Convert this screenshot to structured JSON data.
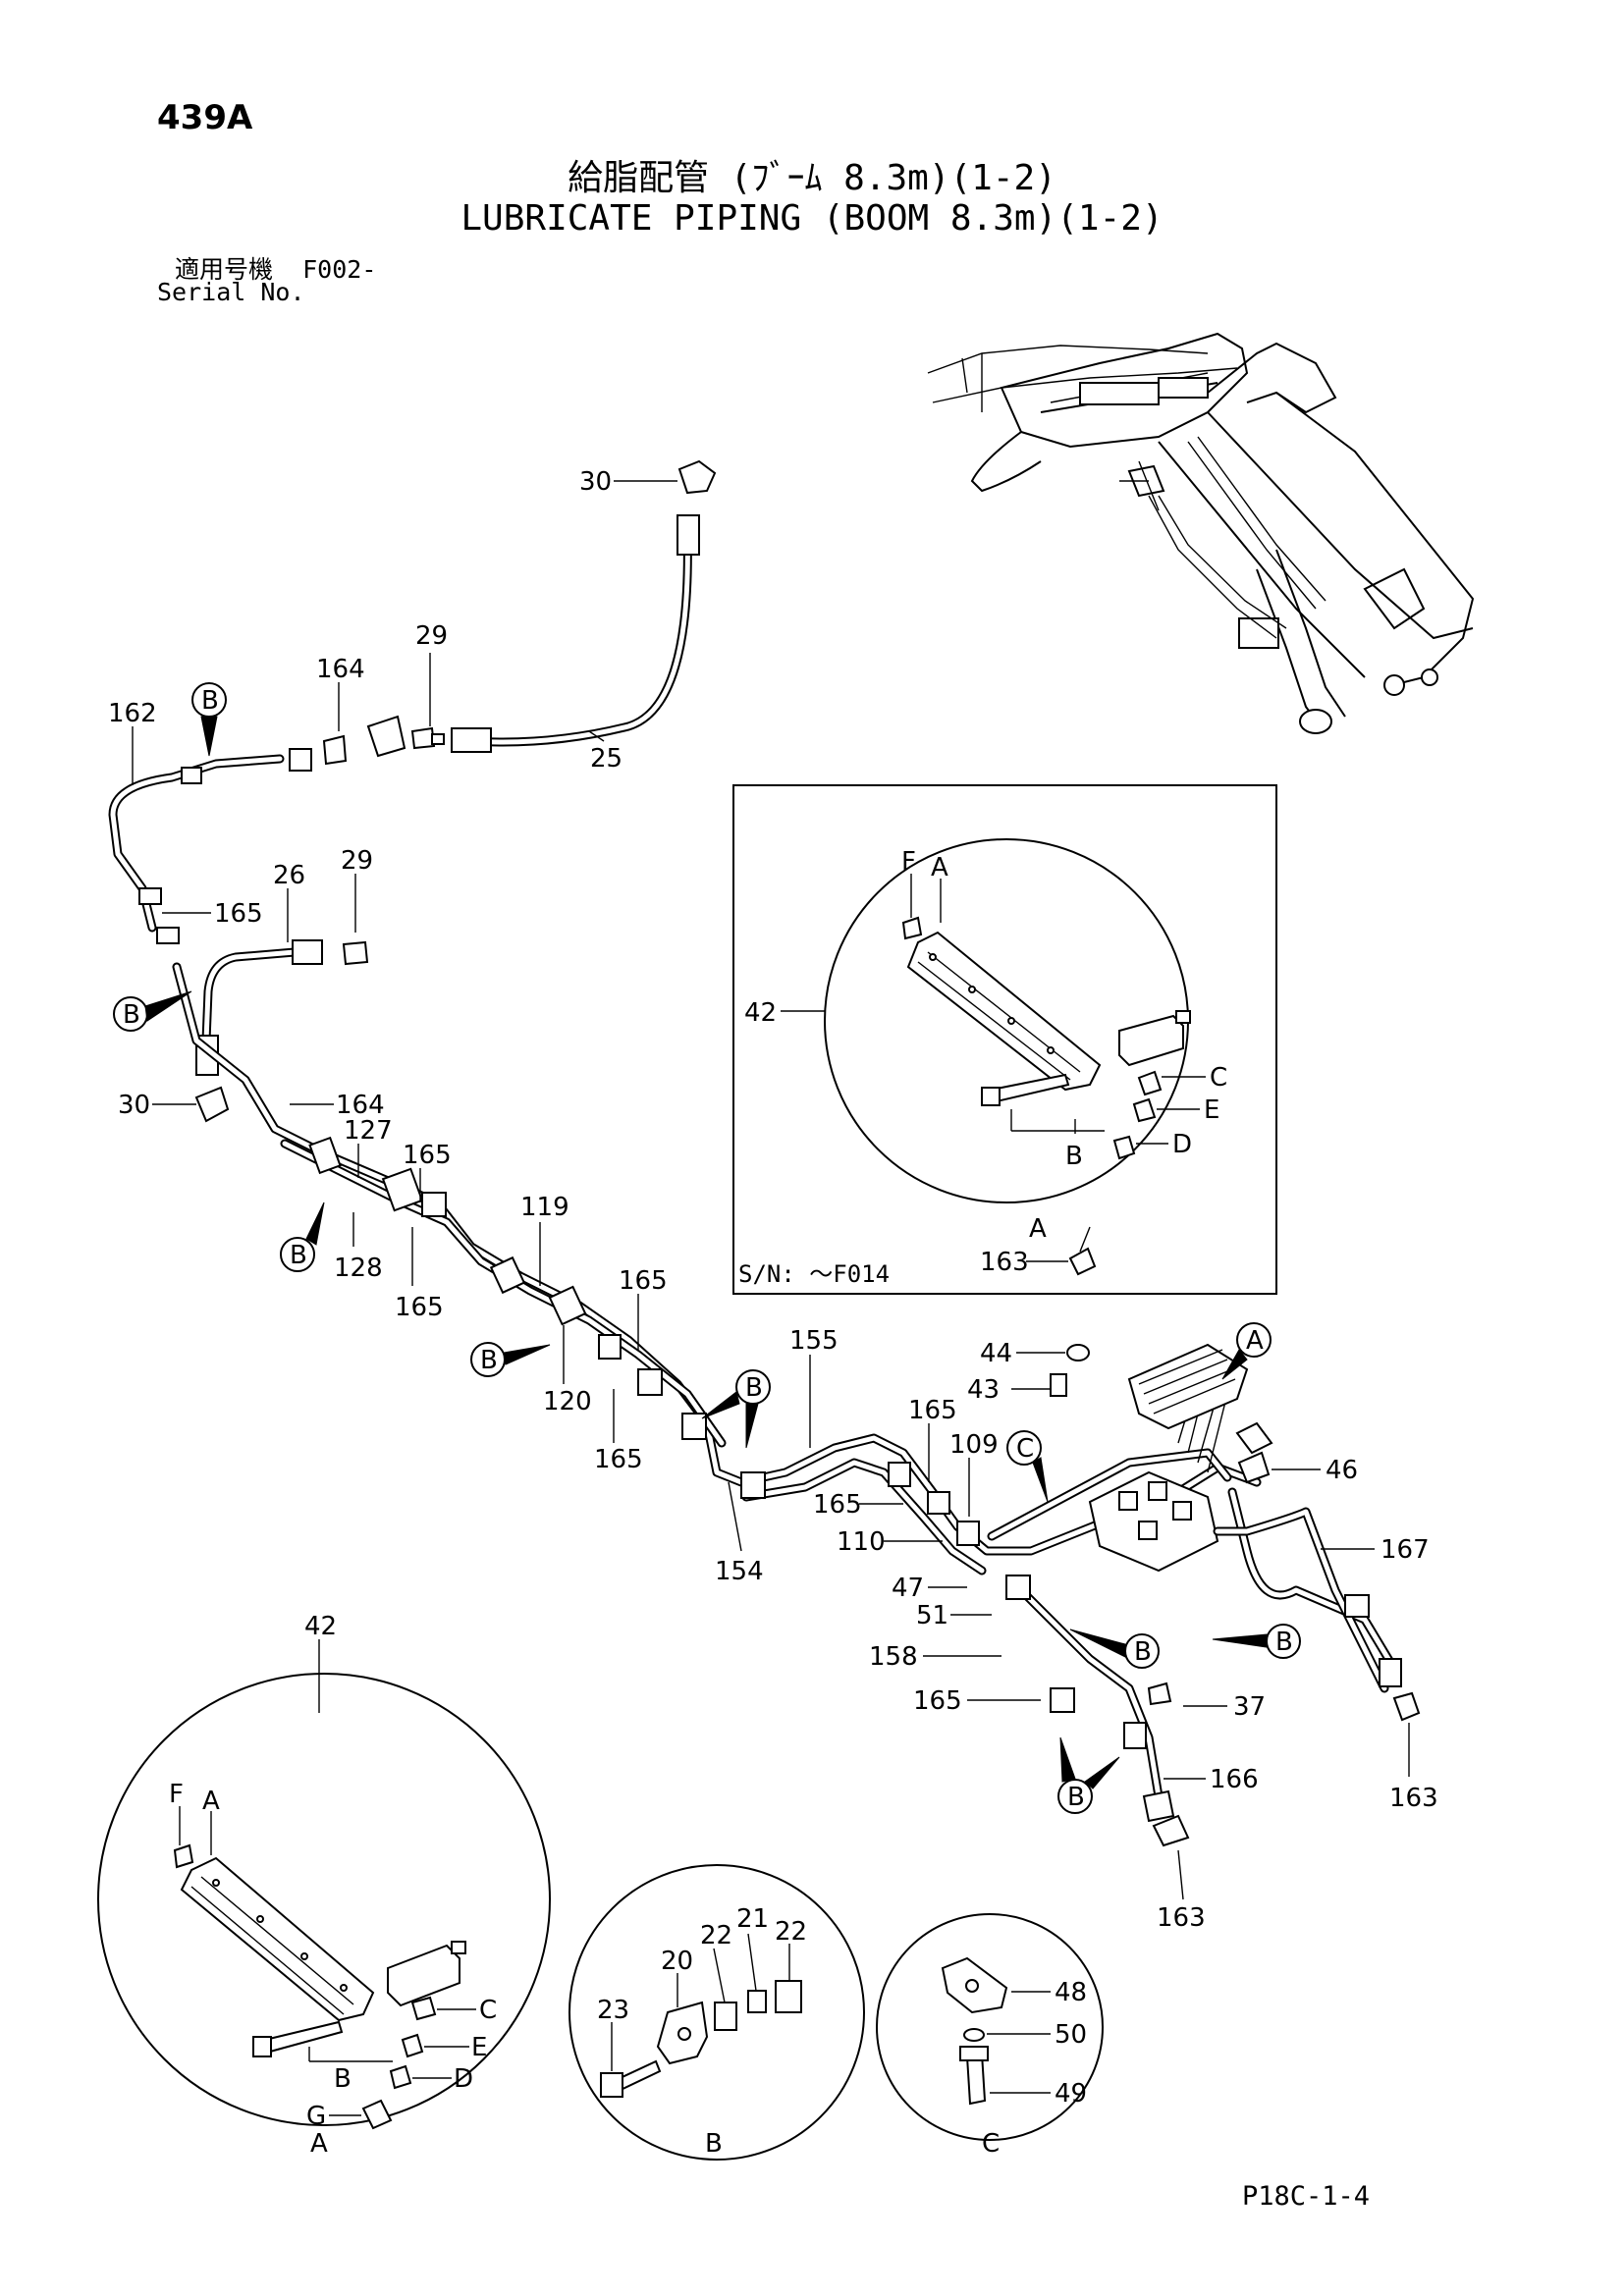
{
  "header": {
    "page_number": "439A",
    "title_jp": "給脂配管 (ﾌﾞｰﾑ 8.3m)(1-2)",
    "title_en": "LUBRICATE PIPING (BOOM 8.3m)(1-2)",
    "serial_label_jp": "適用号機",
    "serial_value": "F002-",
    "serial_label_en": "Serial No."
  },
  "callouts": {
    "c30a": "30",
    "c164a": "164",
    "c29a": "29",
    "c162": "162",
    "c25": "25",
    "c26": "26",
    "c29b": "29",
    "c165a": "165",
    "c30b": "30",
    "c164b": "164",
    "c127": "127",
    "c165b": "165",
    "c128": "128",
    "c165c": "165",
    "c119": "119",
    "c120": "120",
    "c165d": "165",
    "c165e": "165",
    "c155": "155",
    "c154": "154",
    "c44": "44",
    "c43": "43",
    "c165f": "165",
    "c109": "109",
    "c165g": "165",
    "c110": "110",
    "c47": "47",
    "c51": "51",
    "c158": "158",
    "c165h": "165",
    "c37": "37",
    "c166": "166",
    "c163a": "163",
    "c163b": "163",
    "c167": "167",
    "c46": "46",
    "c42": "42"
  },
  "markers": {
    "B": "B",
    "A": "A",
    "C": "C"
  },
  "inset_box": {
    "serial_note": "S/N: ～F014",
    "c42": "42",
    "F": "F",
    "A": "A",
    "B": "B",
    "C": "C",
    "D": "D",
    "E": "E",
    "A_bottom": "A",
    "c163": "163"
  },
  "detail_a": {
    "c42": "42",
    "F": "F",
    "A": "A",
    "B": "B",
    "C": "C",
    "D": "D",
    "E": "E",
    "G": "G",
    "caption": "A"
  },
  "detail_b": {
    "c20": "20",
    "c21": "21",
    "c22a": "22",
    "c22b": "22",
    "c23": "23",
    "caption": "B"
  },
  "detail_c": {
    "c48": "48",
    "c49": "49",
    "c50": "50",
    "caption": "C"
  },
  "footer": {
    "code": "P18C-1-4"
  }
}
